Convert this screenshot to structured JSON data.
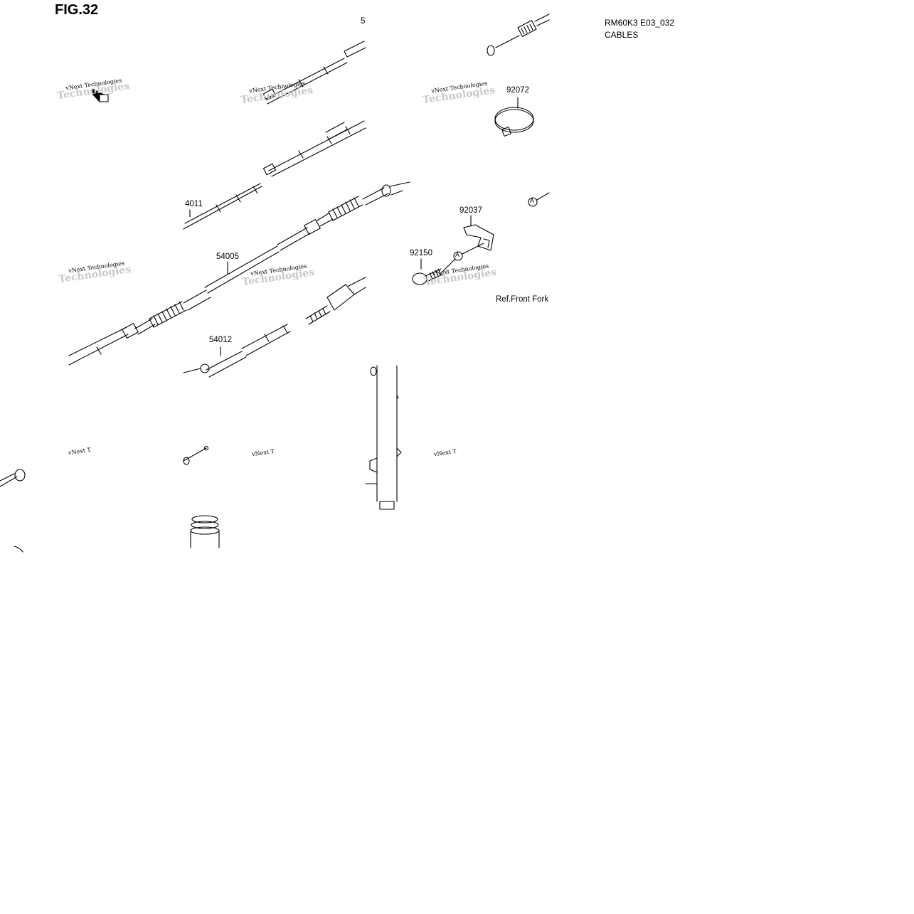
{
  "figure": {
    "title": "FIG.32"
  },
  "model": {
    "code": "RM60K3 E03_032",
    "section": "CABLES"
  },
  "parts": [
    {
      "id": "p1",
      "number": "5"
    },
    {
      "id": "p2",
      "number": "92072"
    },
    {
      "id": "p3",
      "number": "4011"
    },
    {
      "id": "p4",
      "number": "92037"
    },
    {
      "id": "p5",
      "number": "92150"
    },
    {
      "id": "p6",
      "number": "54005"
    },
    {
      "id": "p7",
      "number": "54012"
    }
  ],
  "reference": {
    "front_fork": "Ref.Front Fork"
  },
  "marker": {
    "letter": "A"
  },
  "watermark": {
    "text": "vNext Technologies",
    "ghost": "Technologies",
    "short": "vNext T"
  }
}
